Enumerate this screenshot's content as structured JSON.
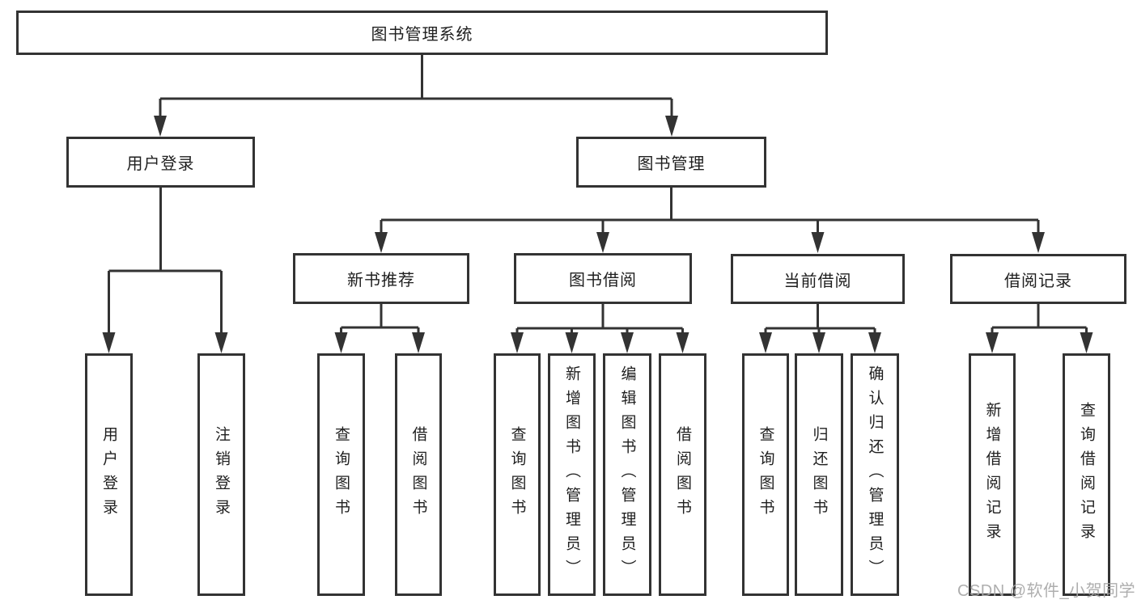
{
  "tree": {
    "label": "图书管理系统",
    "children": [
      {
        "label": "用户登录",
        "children": [
          {
            "label": "用户登录"
          },
          {
            "label": "注销登录"
          }
        ]
      },
      {
        "label": "图书管理",
        "children": [
          {
            "label": "新书推荐",
            "children": [
              {
                "label": "查询图书"
              },
              {
                "label": "借阅图书"
              }
            ]
          },
          {
            "label": "图书借阅",
            "children": [
              {
                "label": "查询图书"
              },
              {
                "label": "新增图书（管理员）"
              },
              {
                "label": "编辑图书（管理员）"
              },
              {
                "label": "借阅图书"
              }
            ]
          },
          {
            "label": "当前借阅",
            "children": [
              {
                "label": "查询图书"
              },
              {
                "label": "归还图书"
              },
              {
                "label": "确认归还（管理员）"
              }
            ]
          },
          {
            "label": "借阅记录",
            "children": [
              {
                "label": "新增借阅记录"
              },
              {
                "label": "查询借阅记录"
              }
            ]
          }
        ]
      }
    ]
  },
  "watermark": {
    "text": "CSDN @软件_小贺同学"
  },
  "colors": {
    "line": "#333333",
    "text": "#1f1f1f",
    "watermark_text": "#a8a8a8",
    "background": "#ffffff"
  }
}
